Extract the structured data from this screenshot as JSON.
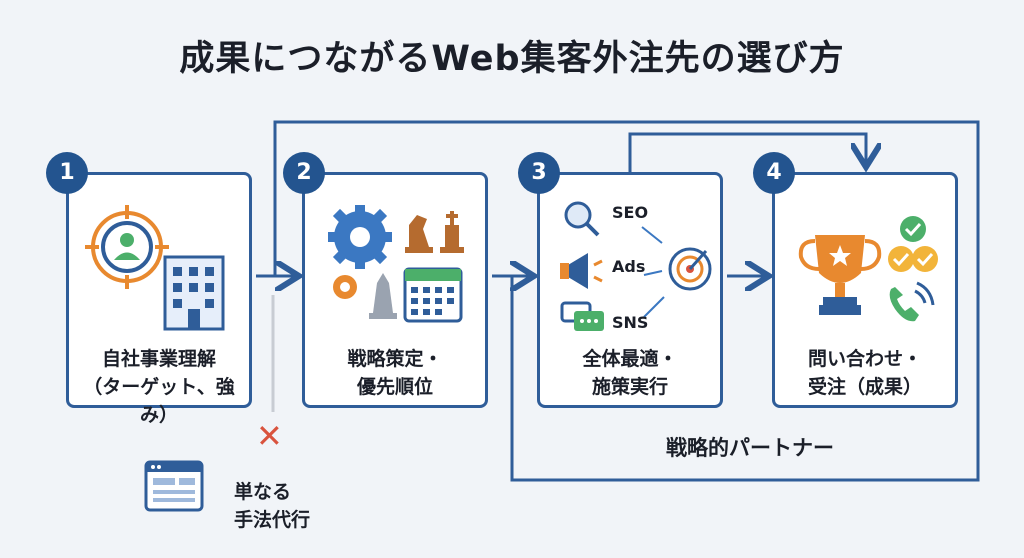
{
  "title": "成果につながるWeb集客外注先の選び方",
  "steps": [
    {
      "number": "1",
      "line1": "自社事業理解",
      "line2": "（ターゲット、強み）",
      "icons": [
        "target-person-icon",
        "office-building-icon"
      ]
    },
    {
      "number": "2",
      "line1": "戦略策定・",
      "line2": "優先順位",
      "icons": [
        "gear-icon",
        "chess-icon",
        "calendar-icon"
      ]
    },
    {
      "number": "3",
      "line1": "全体最適・",
      "line2": "施策実行",
      "channels": [
        "SEO",
        "Ads",
        "SNS"
      ],
      "icons": [
        "magnifier-icon",
        "megaphone-icon",
        "chat-bubble-icon",
        "target-icon"
      ]
    },
    {
      "number": "4",
      "line1": "問い合わせ・",
      "line2": "受注（成果）",
      "icons": [
        "trophy-icon",
        "check-coin-icon",
        "phone-icon"
      ]
    }
  ],
  "partner_label": "戦略的パートナー",
  "agency": {
    "line1": "単なる",
    "line2": "手法代行",
    "mark": "✕",
    "icon": "browser-window-icon"
  },
  "colors": {
    "primary": "#2f5d99",
    "badge": "#23548f",
    "accent_orange": "#e8892f",
    "accent_green": "#4caf6a",
    "cross": "#d9533e"
  }
}
